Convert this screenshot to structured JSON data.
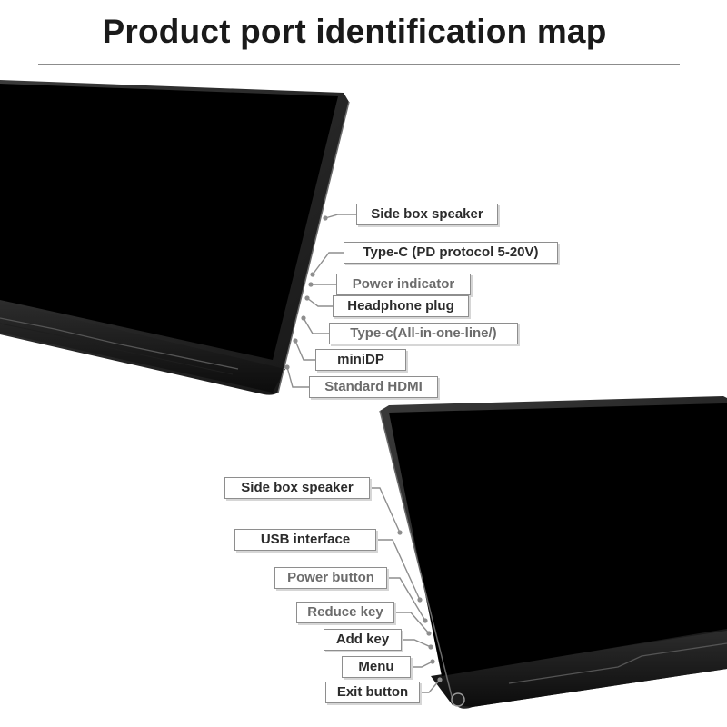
{
  "title": "Product port identification map",
  "top_labels": [
    "Side box speaker",
    "Type-C (PD protocol 5-20V)",
    "Power indicator",
    "Headphone plug",
    "Type-c(All-in-one-line/)",
    "miniDP",
    "Standard HDMI"
  ],
  "bottom_labels": [
    "Side box speaker",
    "USB interface",
    "Power button",
    "Reduce key",
    "Add key",
    "Menu",
    "Exit button"
  ],
  "colors": {
    "screen": "#000000",
    "frame": "#2a2a2a",
    "label_border": "#8e8e8e",
    "leader_line": "#8e8e8e"
  }
}
